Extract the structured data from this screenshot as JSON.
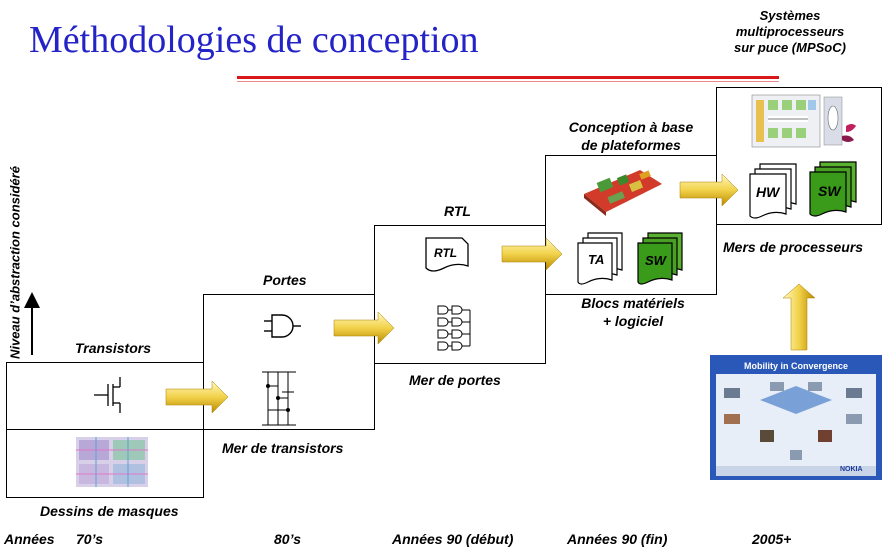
{
  "title": "Méthodologies de conception",
  "mpsoc_label": [
    "Systèmes",
    "multiprocesseurs",
    "sur puce (MPSoC)"
  ],
  "y_axis_label": "Niveau d’abstraction considéré",
  "levels": {
    "transistors": "Transistors",
    "portes": "Portes",
    "rtl": "RTL",
    "plateformes": [
      "Conception à base",
      "de plateformes"
    ],
    "dessins": "Dessins de masques",
    "mer_transistors": "Mer de transistors",
    "mer_portes": "Mer de portes",
    "blocs": [
      "Blocs matériels",
      "+ logiciel"
    ],
    "mers_processeurs": "Mers de processeurs"
  },
  "icon_text": {
    "rtl": "RTL",
    "ta": "TA",
    "sw1": "SW",
    "hw": "HW",
    "sw2": "SW"
  },
  "poster": {
    "title": "Mobility in Convergence",
    "brand": "NOKIA"
  },
  "x_axis": {
    "label": "Années",
    "ticks": [
      "70’s",
      "80’s",
      "Années 90 (début)",
      "Années 90 (fin)",
      "2005+"
    ]
  },
  "colors": {
    "title": "#2323c8",
    "rule": "#d81818",
    "arrow_light": "#fff5a8",
    "arrow_dark": "#c8a000",
    "sw_green": "#3a9a1a"
  }
}
